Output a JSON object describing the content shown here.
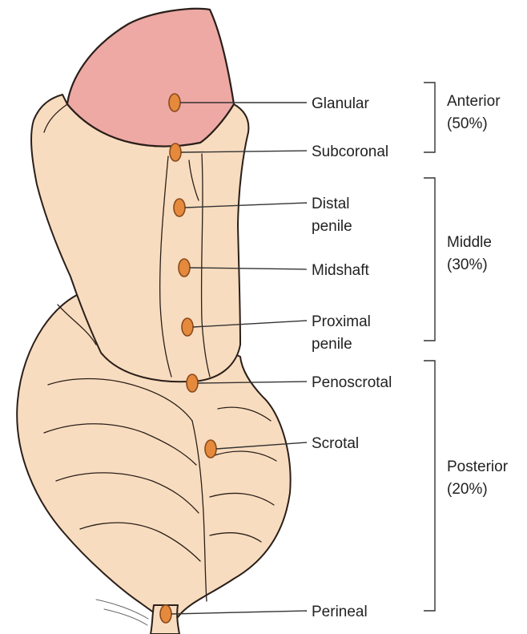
{
  "colors": {
    "skin": "#f8dcbf",
    "glans": "#eea9a5",
    "outline": "#2a1f1a",
    "marker_fill": "#e58a3c",
    "marker_stroke": "#8a4a1c",
    "text": "#222222"
  },
  "locations": [
    {
      "id": "glanular",
      "lines": [
        "Glanular"
      ]
    },
    {
      "id": "subcoronal",
      "lines": [
        "Subcoronal"
      ]
    },
    {
      "id": "distal-penile",
      "lines": [
        "Distal",
        "penile"
      ]
    },
    {
      "id": "midshaft",
      "lines": [
        "Midshaft"
      ]
    },
    {
      "id": "proximal-penile",
      "lines": [
        "Proximal",
        "penile"
      ]
    },
    {
      "id": "penoscrotal",
      "lines": [
        "Penoscrotal"
      ]
    },
    {
      "id": "scrotal",
      "lines": [
        "Scrotal"
      ]
    },
    {
      "id": "perineal",
      "lines": [
        "Perineal"
      ]
    }
  ],
  "groups": [
    {
      "id": "anterior",
      "lines": [
        "Anterior",
        "(50%)"
      ]
    },
    {
      "id": "middle",
      "lines": [
        "Middle",
        "(30%)"
      ]
    },
    {
      "id": "posterior",
      "lines": [
        "Posterior",
        "(20%)"
      ]
    }
  ]
}
